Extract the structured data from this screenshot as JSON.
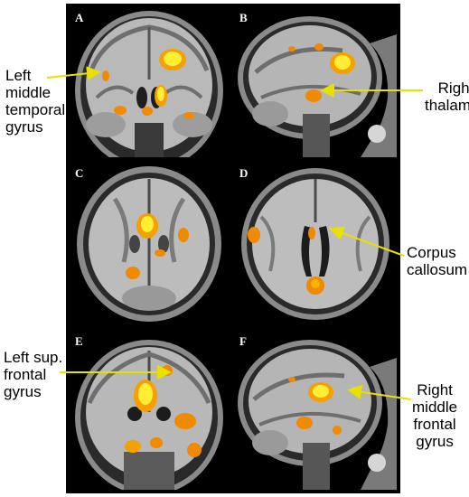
{
  "panels": [
    {
      "letter": "A",
      "view": "coronal"
    },
    {
      "letter": "B",
      "view": "sagittal"
    },
    {
      "letter": "C",
      "view": "axial"
    },
    {
      "letter": "D",
      "view": "axial"
    },
    {
      "letter": "E",
      "view": "coronal"
    },
    {
      "letter": "F",
      "view": "sagittal"
    }
  ],
  "callouts": {
    "left_middle_temporal_gyrus": [
      "Left",
      "middle",
      "temporal",
      "gyrus"
    ],
    "right_thalamus": [
      "Right",
      "thalamus"
    ],
    "corpus_callosum": [
      "Corpus",
      "callosum"
    ],
    "left_sup_frontal_gyrus": [
      "Left sup.",
      "frontal",
      "gyrus"
    ],
    "right_middle_frontal_gyrus": [
      "Right",
      "middle",
      "frontal",
      "gyrus"
    ]
  },
  "colors": {
    "arrow": "#e8e000",
    "activation_core": "#ffee33",
    "activation_edge": "#f08a00",
    "background": "#000000"
  }
}
